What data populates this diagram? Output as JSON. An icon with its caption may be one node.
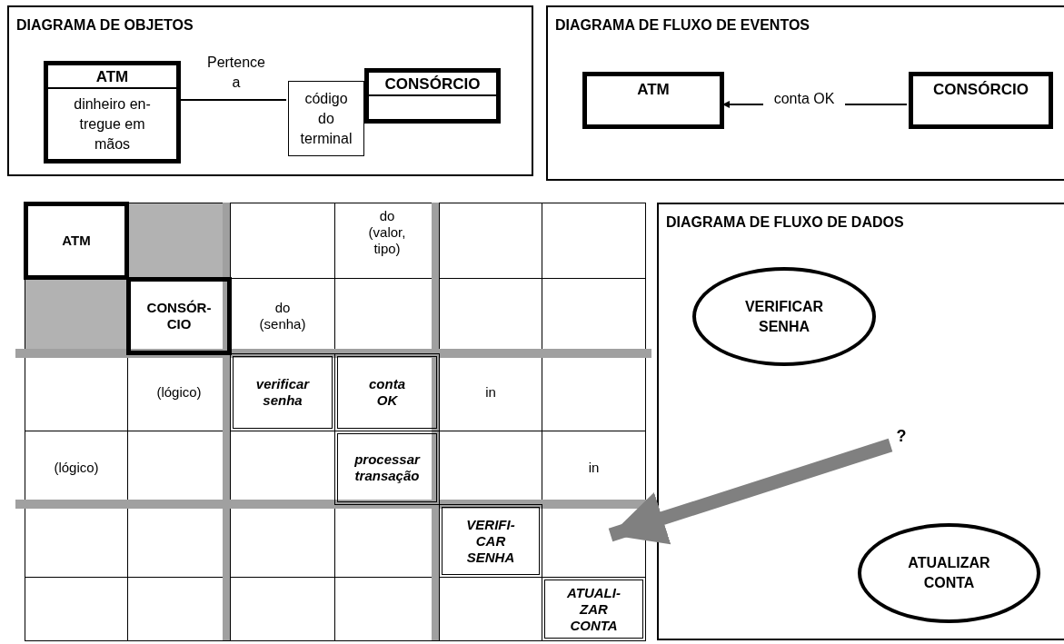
{
  "diagram": {
    "nodes": [
      {
        "text": [
          "DIAGRAMA DE OBJETOS"
        ]
      },
      {
        "text": [
          "ATM",
          "dinheiro en- tregue em mãos"
        ],
        "in": 0
      },
      {
        "text": [
          "código do terminal"
        ],
        "in": 0
      },
      {
        "text": [
          "CONSÓRCIO"
        ],
        "in": 0
      },
      {
        "text": [
          "DIAGRAMA DE FLUXO DE EVENTOS"
        ]
      },
      {
        "text": [
          "ATM"
        ],
        "in": 4
      },
      {
        "text": [
          "CONSÓRCIO"
        ],
        "in": 4
      },
      {
        "text": [
          "DIAGRAMA DE FLUXO DE DADOS"
        ]
      },
      {
        "text": [
          "VERIFICAR SENHA"
        ],
        "in": 7
      },
      {
        "text": [
          "ATUALIZAR CONTA"
        ],
        "in": 7
      },
      {
        "text": [
          "?"
        ],
        "in": 7
      }
    ],
    "edges": [
      {
        "from": 1,
        "to": 2,
        "arrow": "none",
        "label": "Pertence a"
      },
      {
        "from": 6,
        "to": 5,
        "arrow": "to",
        "label": "conta OK"
      },
      {
        "from": 10,
        "to": null,
        "arrow": "to",
        "style": "thick",
        "color": "#808080"
      }
    ],
    "labels": [
      "ATM",
      "do (valor, tipo)",
      "CONSÓR- CIO",
      "do (senha)",
      "(lógico)",
      "verificar senha",
      "conta OK",
      "in",
      "(lógico)",
      "processar transação",
      "in",
      "VERIFI- CAR SENHA",
      "ATUALI- ZAR CONTA"
    ]
  }
}
